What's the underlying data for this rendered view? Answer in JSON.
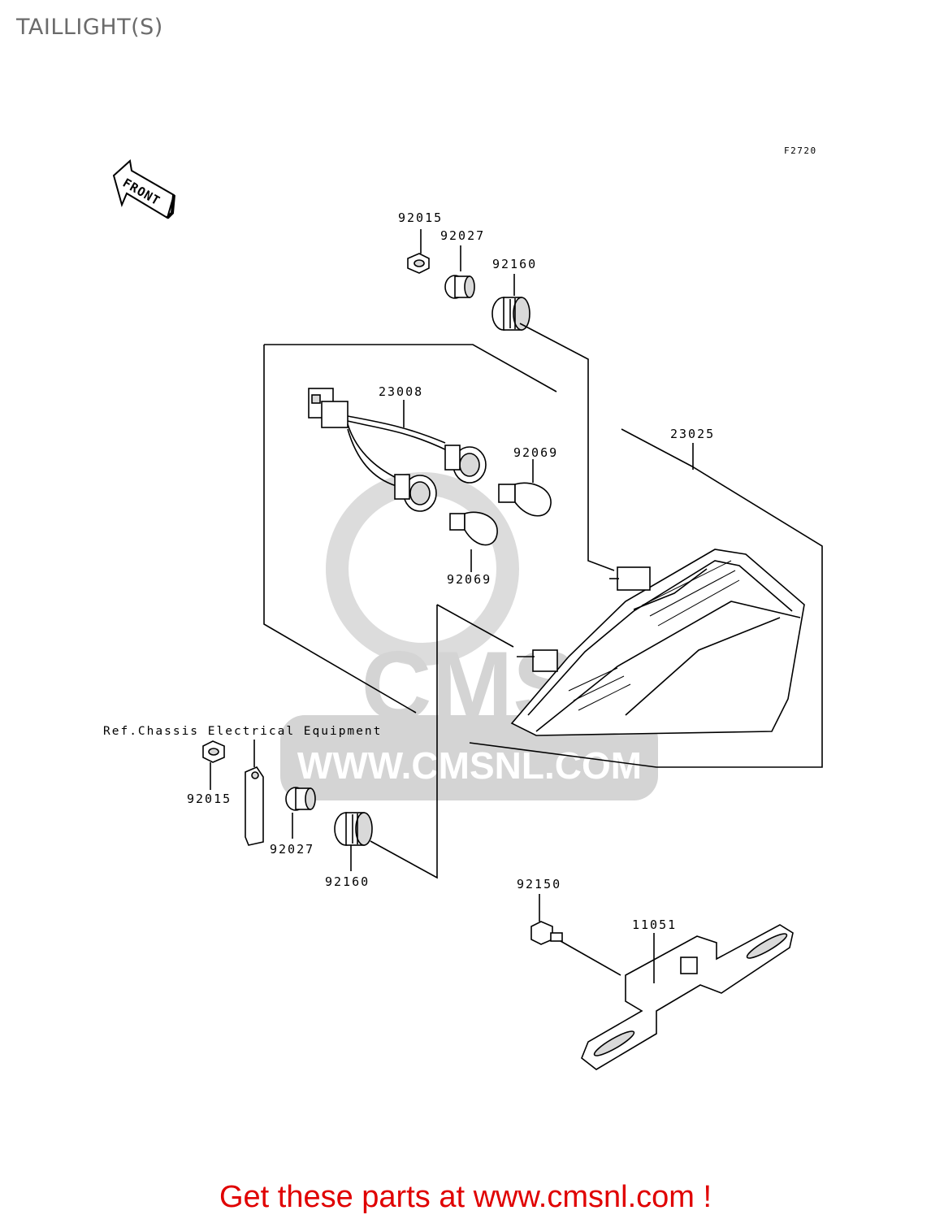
{
  "page": {
    "title": "TAILLIGHT(S)"
  },
  "diagram": {
    "figure_code": "F2720",
    "front_marker": "FRONT",
    "reference_note": "Ref.Chassis Electrical Equipment",
    "watermark": {
      "brand": "CMS",
      "url": "WWW.CMSNL.COM"
    },
    "part_labels": {
      "nut_top": "92015",
      "collar_top": "92027",
      "grommet_top": "92160",
      "socket_harness": "23008",
      "lamp_assy": "23025",
      "bulb_upper": "92069",
      "bulb_lower": "92069",
      "nut_bottom": "92015",
      "collar_bottom": "92027",
      "grommet_bottom": "92160",
      "bolt": "92150",
      "bracket": "11051"
    }
  },
  "footer": {
    "text": "Get these parts at www.cmsnl.com !"
  },
  "colors": {
    "title": "#6b6b6b",
    "footer": "#e00000",
    "watermark": "#d4d4d4",
    "lines": "#000000"
  }
}
